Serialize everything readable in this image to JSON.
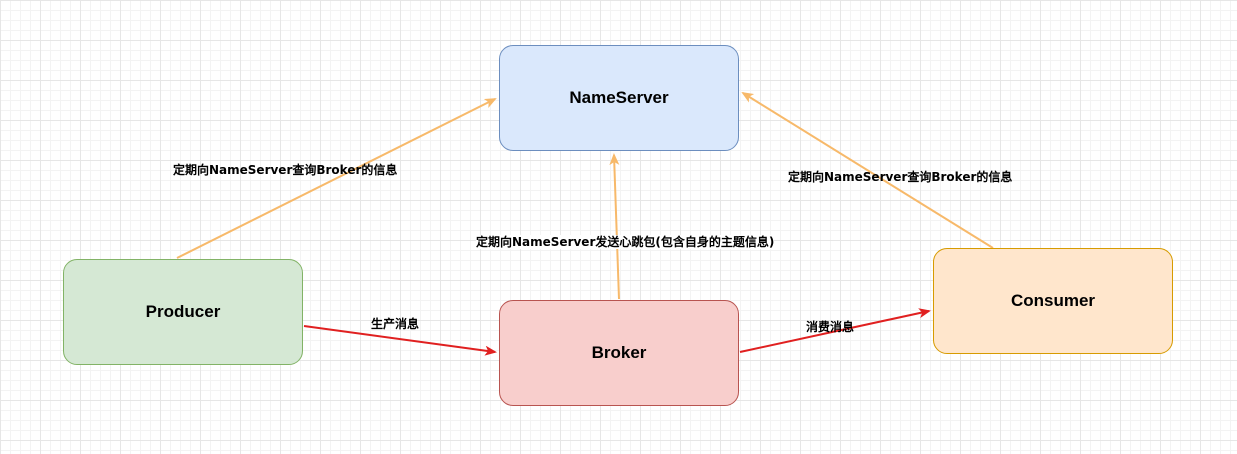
{
  "nodes": {
    "nameserver": {
      "label": "NameServer",
      "fill": "#dae8fc",
      "stroke": "#6c8ebf"
    },
    "producer": {
      "label": "Producer",
      "fill": "#d5e8d4",
      "stroke": "#82b366"
    },
    "broker": {
      "label": "Broker",
      "fill": "#f8cecc",
      "stroke": "#b85450"
    },
    "consumer": {
      "label": "Consumer",
      "fill": "#ffe6cc",
      "stroke": "#d79b00"
    }
  },
  "edges": {
    "producer_to_nameserver": {
      "from": "Producer",
      "to": "NameServer",
      "label": "定期向NameServer查询Broker的信息",
      "color": "#f7b96a"
    },
    "consumer_to_nameserver": {
      "from": "Consumer",
      "to": "NameServer",
      "label": "定期向NameServer查询Broker的信息",
      "color": "#f7b96a"
    },
    "broker_to_nameserver": {
      "from": "Broker",
      "to": "NameServer",
      "label": "定期向NameServer发送心跳包(包含自身的主题信息)",
      "color": "#f7b96a"
    },
    "producer_to_broker": {
      "from": "Producer",
      "to": "Broker",
      "label": "生产消息",
      "color": "#e02020"
    },
    "broker_to_consumer": {
      "from": "Broker",
      "to": "Consumer",
      "label": "消费消息",
      "color": "#e02020"
    }
  }
}
